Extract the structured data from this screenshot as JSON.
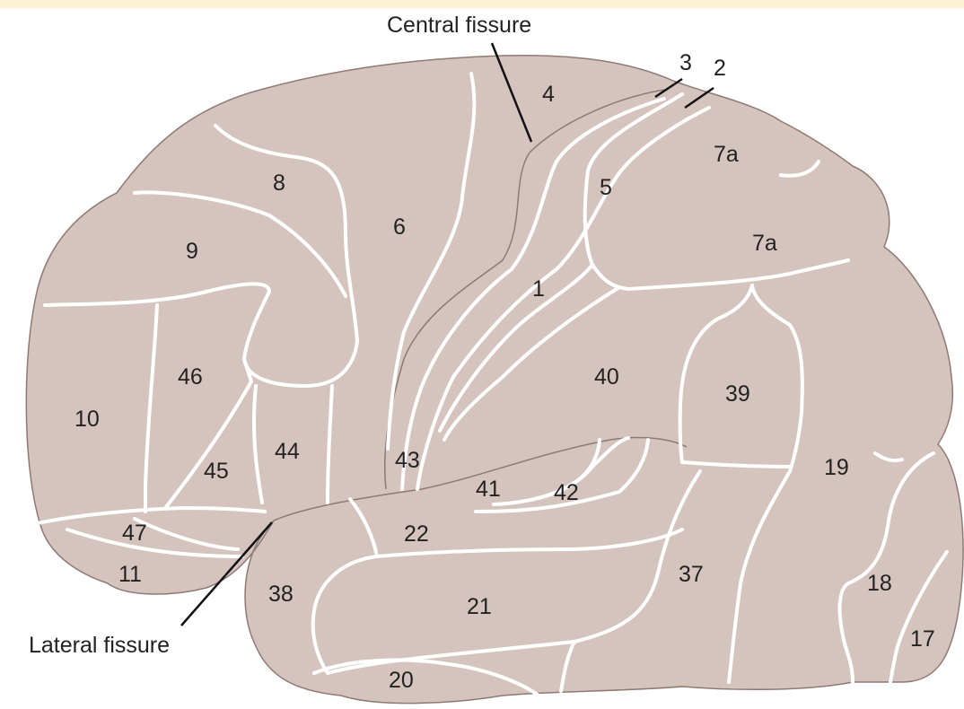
{
  "colors": {
    "brain_fill": "#d5c4bd",
    "brain_outline": "#8e7a73",
    "divider": "#ffffff",
    "top_band": "#fdf3d4"
  },
  "captions": {
    "central_fissure": "Central fissure",
    "lateral_fissure": "Lateral fissure"
  },
  "areas": {
    "a1": "1",
    "a2": "2",
    "a3": "3",
    "a4": "4",
    "a5": "5",
    "a6": "6",
    "a7a_upper": "7a",
    "a7a_lower": "7a",
    "a8": "8",
    "a9": "9",
    "a10": "10",
    "a11": "11",
    "a17": "17",
    "a18": "18",
    "a19": "19",
    "a20": "20",
    "a21": "21",
    "a22": "22",
    "a37": "37",
    "a38": "38",
    "a39": "39",
    "a40": "40",
    "a41": "41",
    "a42": "42",
    "a43": "43",
    "a44": "44",
    "a45": "45",
    "a46": "46",
    "a47": "47"
  }
}
